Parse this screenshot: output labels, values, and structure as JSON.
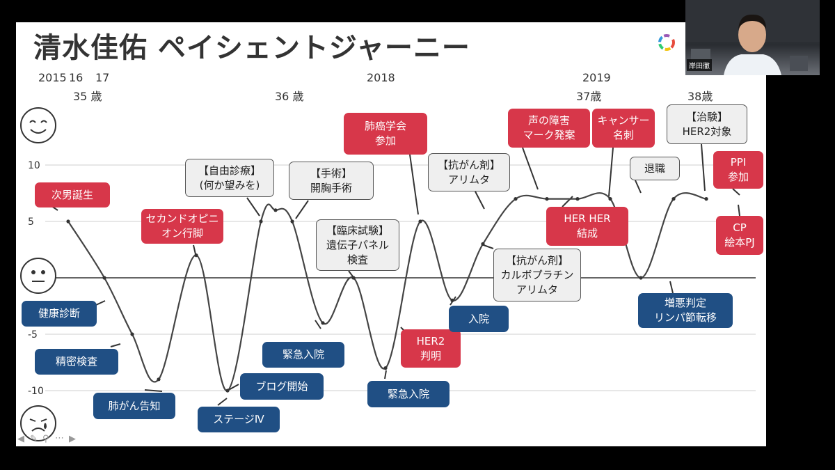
{
  "slide": {
    "title": "清水佳佑 ペイシェントジャーニー",
    "periods": {
      "y2015": "2015",
      "y16": "16",
      "y17": "17",
      "age35": "35 歳",
      "age36": "36 歳",
      "y2018": "2018",
      "y2019": "2019",
      "age37": "37歳",
      "age38": "38歳"
    },
    "y_ticks": [
      "10",
      "5",
      "-5",
      "-10"
    ]
  },
  "chart_data": {
    "type": "line",
    "ylim": [
      -12.5,
      14
    ],
    "yticks": [
      10,
      5,
      0,
      -5,
      -10
    ],
    "grid": true,
    "series": [
      {
        "values": [
          [
            0,
            5
          ],
          [
            1,
            0
          ],
          [
            2,
            -5
          ],
          [
            3,
            -9
          ],
          [
            4,
            2
          ],
          [
            5,
            -10
          ],
          [
            6,
            5
          ],
          [
            7,
            6
          ],
          [
            8,
            5
          ],
          [
            9,
            -4
          ],
          [
            10,
            0
          ],
          [
            11,
            -8
          ],
          [
            12,
            5
          ],
          [
            13,
            -2
          ],
          [
            14,
            3
          ],
          [
            15,
            7
          ],
          [
            16,
            7
          ],
          [
            17,
            7
          ],
          [
            18,
            7
          ],
          [
            19,
            0
          ],
          [
            20,
            7
          ],
          [
            21,
            7
          ]
        ]
      }
    ]
  },
  "events": {
    "e1": "次男誕生",
    "e2": "健康診断",
    "e3": "精密検査",
    "e4": "肺がん告知",
    "e5": "セカンドオピニオン行脚",
    "e6": "ステージⅣ",
    "e7": "【自由診療】\n(何か望みを)",
    "e8": "ブログ開始",
    "e9": "【手術】\n開胸手術",
    "e10": "緊急入院",
    "e11": "【臨床試験】\n遺伝子パネル\n検査",
    "e12": "緊急入院",
    "e13": "肺癌学会\n参加",
    "e14": "HER2\n判明",
    "e15": "【抗がん剤】\nアリムタ",
    "e16": "入院",
    "e17": "【抗がん剤】\nカルボプラチン\nアリムタ",
    "e18": "声の障害\nマーク発案",
    "e19": "HER HER\n結成",
    "e20": "キャンサー\n名刺",
    "e21": "退職",
    "e22": "増悪判定\nリンパ節転移",
    "e23": "【治験】\nHER2対象",
    "e24": "PPI\n参加",
    "e25": "CP\n絵本PJ"
  },
  "colors": {
    "red": "#d7374a",
    "blue": "#204f84",
    "gray": "#efefef",
    "line": "#444444"
  },
  "webcam": {
    "name": "岸田徹"
  },
  "controls": [
    "arrow-left-icon",
    "pen-icon",
    "search-icon",
    "more-icon",
    "arrow-right-icon"
  ]
}
